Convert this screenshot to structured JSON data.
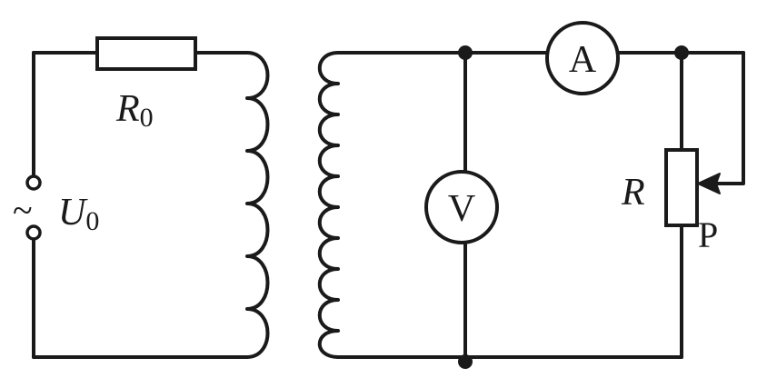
{
  "labels": {
    "r0": {
      "symbol": "R",
      "subscript": "0"
    },
    "u0": {
      "symbol": "U",
      "subscript": "0"
    },
    "ac_symbol": "~",
    "ammeter": "A",
    "voltmeter": "V",
    "rheostat": "R",
    "slider": "P"
  }
}
